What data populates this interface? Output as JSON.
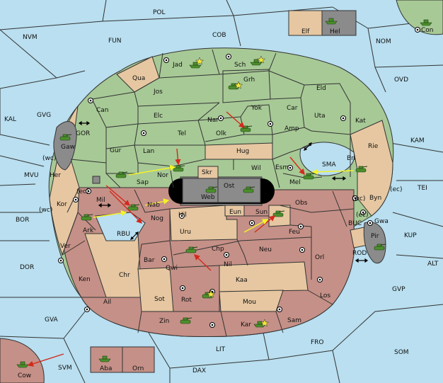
{
  "colors": {
    "sea": "#b9dff0",
    "green": "#a7c996",
    "tan": "#e6c7a1",
    "brown": "#c59087",
    "grey": "#8b8b8b",
    "arrow_red": "#d22a1c",
    "arrow_yellow": "#f4f22a",
    "unit": "#4c8f2d",
    "star": "#f3e83b"
  },
  "icons": {
    "army": "tank-icon",
    "fleet": "ship-icon",
    "supply_center": "supply-center-icon",
    "hold": "star-icon",
    "convoy": "double-arrow-icon"
  },
  "sea_labels": [
    "POL",
    "FUN",
    "COB",
    "NVM",
    "NOM",
    "OVD",
    "KAL",
    "GVG",
    "GOR",
    "MVU",
    "KAM",
    "SMA",
    "TEI",
    "BOR",
    "BUC",
    "KUP",
    "DOR",
    "RBU",
    "ROD",
    "ALT",
    "GVP",
    "GVA",
    "FRO",
    "SOM",
    "LIT",
    "SVM",
    "DAX",
    "Mil"
  ],
  "land_labels": [
    "Jad",
    "Sch",
    "Qua",
    "Grh",
    "Eld",
    "Jos",
    "Can",
    "Car",
    "Yok",
    "Uta",
    "Elc",
    "Nar",
    "Kat",
    "Olk",
    "Amp",
    "Tel",
    "Gaw",
    "Gur",
    "Lan",
    "Hug",
    "Rie",
    "Bri",
    "Wil",
    "Esm",
    "Her",
    "Nor",
    "Skr",
    "Ost",
    "Mel",
    "Sap",
    "Byn",
    "Web",
    "Kor",
    "Nab",
    "Obs",
    "Eun",
    "Sun",
    "Hil",
    "Gwa",
    "Ark",
    "Nog",
    "Uru",
    "Feu",
    "Pir",
    "Chp",
    "Neu",
    "Ver",
    "Bar",
    "Orl",
    "Qwi",
    "Nil",
    "Ken",
    "Kaa",
    "Chr",
    "Los",
    "Sot",
    "Rot",
    "Mou",
    "Ail",
    "Zin",
    "Sam",
    "Kar",
    "Elf",
    "Hel",
    "Con",
    "Aba",
    "Orn",
    "Cow"
  ],
  "coast_labels": [
    "(wc)",
    "(ec)"
  ]
}
